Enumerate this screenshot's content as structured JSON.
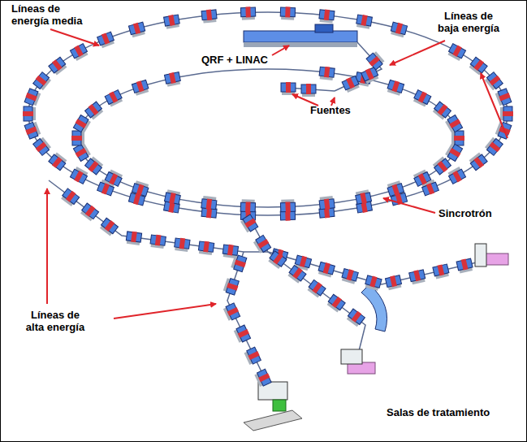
{
  "diagram": {
    "labels": [
      "Líneas de energía media",
      "QRF + LINAC",
      "Líneas de baja energía",
      "Fuentes",
      "Sincrotrón",
      "Líneas de alta energía",
      "Salas de tratamiento"
    ]
  }
}
